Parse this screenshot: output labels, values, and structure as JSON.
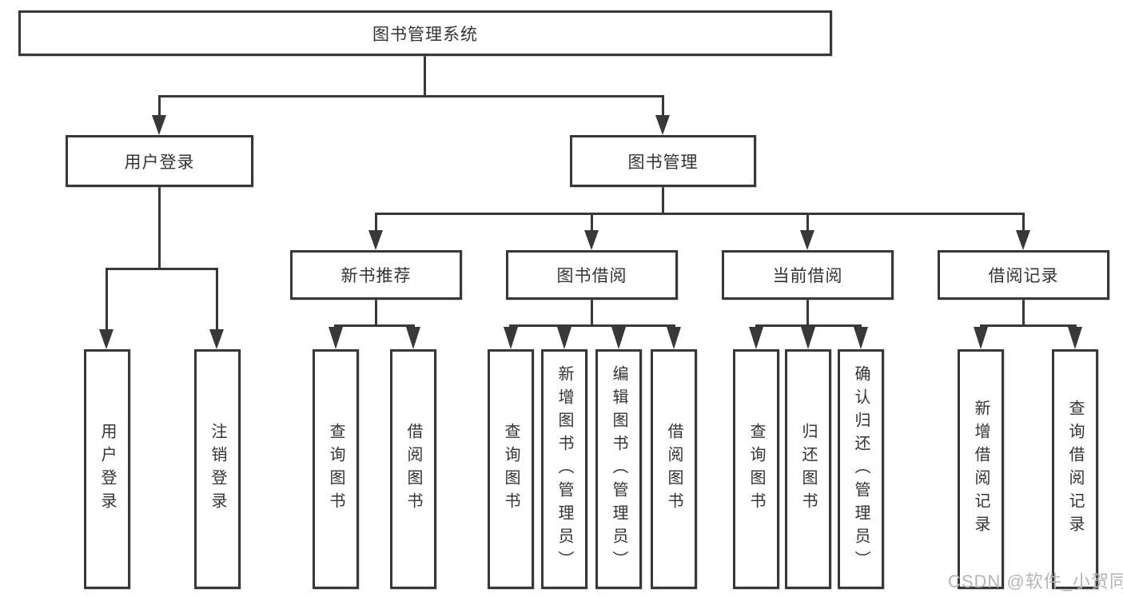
{
  "root": {
    "label": "图书管理系统"
  },
  "login": {
    "label": "用户登录",
    "leaves": [
      {
        "label": "用户登录"
      },
      {
        "label": "注销登录"
      }
    ]
  },
  "mgmt": {
    "label": "图书管理",
    "groups": [
      {
        "label": "新书推荐",
        "leaves": [
          {
            "label": "查询图书"
          },
          {
            "label": "借阅图书"
          }
        ]
      },
      {
        "label": "图书借阅",
        "leaves": [
          {
            "label": "查询图书"
          },
          {
            "label": "新增图书（管理员）"
          },
          {
            "label": "编辑图书（管理员）"
          },
          {
            "label": "借阅图书"
          }
        ]
      },
      {
        "label": "当前借阅",
        "leaves": [
          {
            "label": "查询图书"
          },
          {
            "label": "归还图书"
          },
          {
            "label": "确认归还（管理员）"
          }
        ]
      },
      {
        "label": "借阅记录",
        "leaves": [
          {
            "label": "新增借阅记录"
          },
          {
            "label": "查询借阅记录"
          }
        ]
      }
    ]
  },
  "watermark": {
    "text": "CSDN @软件_小贺同学",
    "color": "#b5b5b5"
  },
  "colors": {
    "line": "#383838",
    "text": "#333333",
    "background": "#ffffff"
  }
}
